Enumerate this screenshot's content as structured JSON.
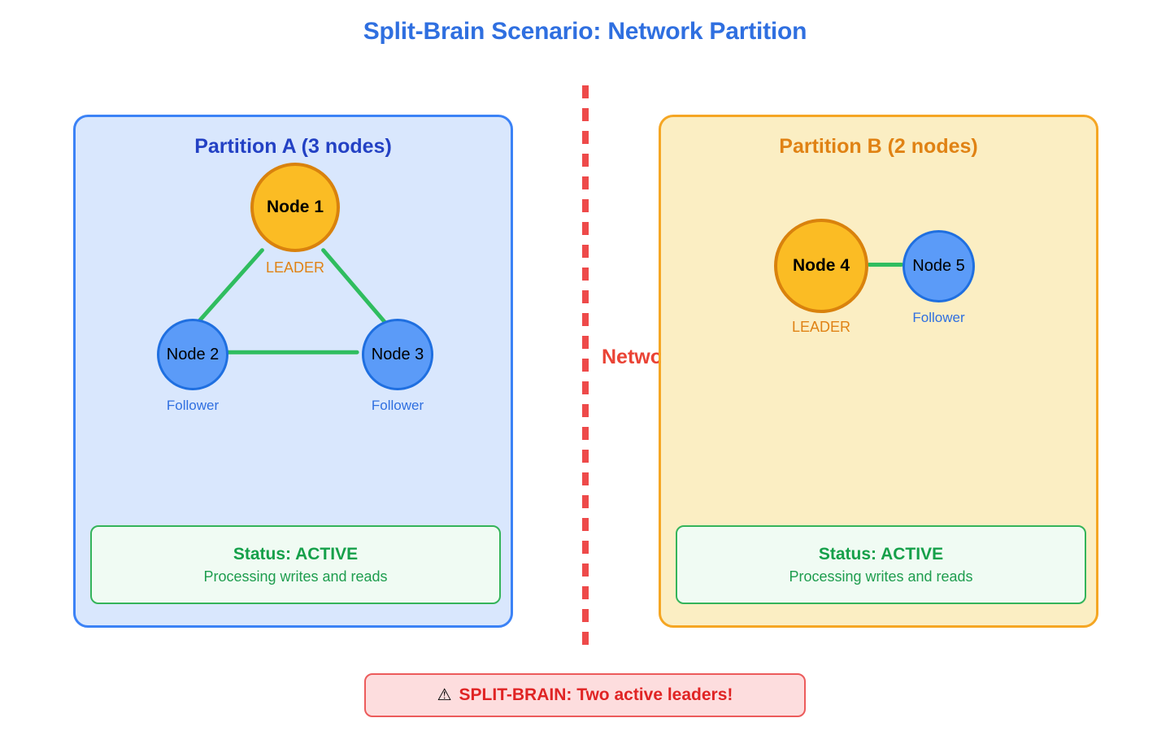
{
  "page": {
    "title": "Split-Brain Scenario: Network Partition",
    "background": "#ffffff",
    "title_color": "#2f6fe0"
  },
  "divider": {
    "label": "Network Partition",
    "color": "#ee4a4a",
    "style": "dashed-vertical"
  },
  "partitions": [
    {
      "id": "partition-a",
      "title": "Partition A (3 nodes)",
      "title_color": "#2341c4",
      "fill": "#d9e7fd",
      "border": "#3b82f6",
      "nodes": [
        {
          "id": "node-1",
          "label": "Node 1",
          "role": "LEADER",
          "type": "leader"
        },
        {
          "id": "node-2",
          "label": "Node 2",
          "role": "Follower",
          "type": "follower"
        },
        {
          "id": "node-3",
          "label": "Node 3",
          "role": "Follower",
          "type": "follower"
        }
      ],
      "links": [
        {
          "from": "node-1",
          "to": "node-2"
        },
        {
          "from": "node-1",
          "to": "node-3"
        },
        {
          "from": "node-2",
          "to": "node-3"
        }
      ],
      "status": {
        "title": "Status: ACTIVE",
        "subtitle": "Processing writes and reads",
        "color": "#15a04a",
        "fill": "#f0fbf3"
      }
    },
    {
      "id": "partition-b",
      "title": "Partition B (2 nodes)",
      "title_color": "#e08214",
      "fill": "#fbeec3",
      "border": "#f5a623",
      "nodes": [
        {
          "id": "node-4",
          "label": "Node 4",
          "role": "LEADER",
          "type": "leader"
        },
        {
          "id": "node-5",
          "label": "Node 5",
          "role": "Follower",
          "type": "follower"
        }
      ],
      "links": [
        {
          "from": "node-4",
          "to": "node-5"
        }
      ],
      "status": {
        "title": "Status: ACTIVE",
        "subtitle": "Processing writes and reads",
        "color": "#15a04a",
        "fill": "#f0fbf3"
      }
    }
  ],
  "legend_colors": {
    "leader_fill": "#fbbc24",
    "leader_stroke": "#d9820d",
    "follower_fill": "#5b9bf8",
    "follower_stroke": "#1f6fe0",
    "link": "#2fbd5f",
    "warning": "#e02424"
  },
  "warning": {
    "icon": "⚠",
    "text": "SPLIT-BRAIN: Two active leaders!",
    "fill": "#fdddde",
    "border": "#ec5b5b",
    "color": "#e02424"
  }
}
